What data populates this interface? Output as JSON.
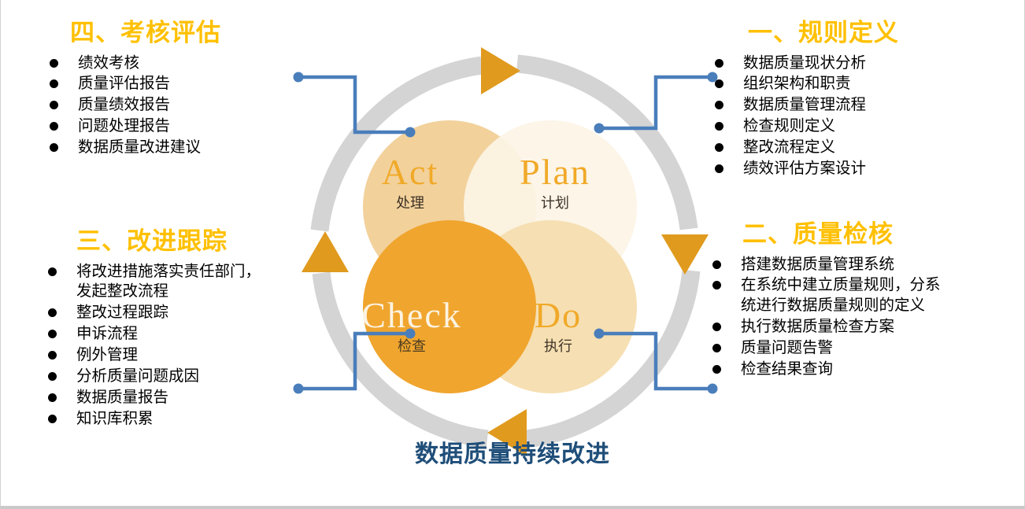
{
  "diagram": {
    "caption": "数据质量持续改进",
    "ring_color": "#D4D4D4",
    "arrow_color": "#E09A1E",
    "connector_color": "#4A7EBB",
    "quadrants": [
      {
        "key": "act",
        "en": "Act",
        "cn": "处理",
        "fill": "#F2D19B"
      },
      {
        "key": "plan",
        "en": "Plan",
        "cn": "计划",
        "fill": "#FCF4E6"
      },
      {
        "key": "check",
        "en": "Check",
        "cn": "检查",
        "fill": "#F0A52E"
      },
      {
        "key": "do",
        "en": "Do",
        "cn": "执行",
        "fill": "#F6DFB2"
      }
    ],
    "arrows": [
      {
        "name": "arrow-top",
        "direction": "right"
      },
      {
        "name": "arrow-right",
        "direction": "down"
      },
      {
        "name": "arrow-bottom",
        "direction": "left"
      },
      {
        "name": "arrow-left",
        "direction": "up"
      }
    ]
  },
  "blocks": {
    "top_left": {
      "title": "四、考核评估",
      "items": [
        "绩效考核",
        "质量评估报告",
        "质量绩效报告",
        "问题处理报告",
        "数据质量改进建议"
      ]
    },
    "top_right": {
      "title": "一、规则定义",
      "items": [
        "数据质量现状分析",
        "组织架构和职责",
        "数据质量管理流程",
        "检查规则定义",
        "整改流程定义",
        "绩效评估方案设计"
      ]
    },
    "bottom_left": {
      "title": "三、改进跟踪",
      "items": [
        "将改进措施落实责任部门，\n发起整改流程",
        "整改过程跟踪",
        "申诉流程",
        "例外管理",
        "分析质量问题成因",
        "数据质量报告",
        "知识库积累"
      ]
    },
    "bottom_right": {
      "title": "二、质量检核",
      "items": [
        "搭建数据质量管理系统",
        "在系统中建立质量规则，分系\n统进行数据质量规则的定义",
        "执行数据质量检查方案",
        "质量问题告警",
        "检查结果查询"
      ]
    }
  },
  "colors": {
    "heading": "#FFC000",
    "caption": "#1F4E79",
    "bullet": "#000000"
  }
}
